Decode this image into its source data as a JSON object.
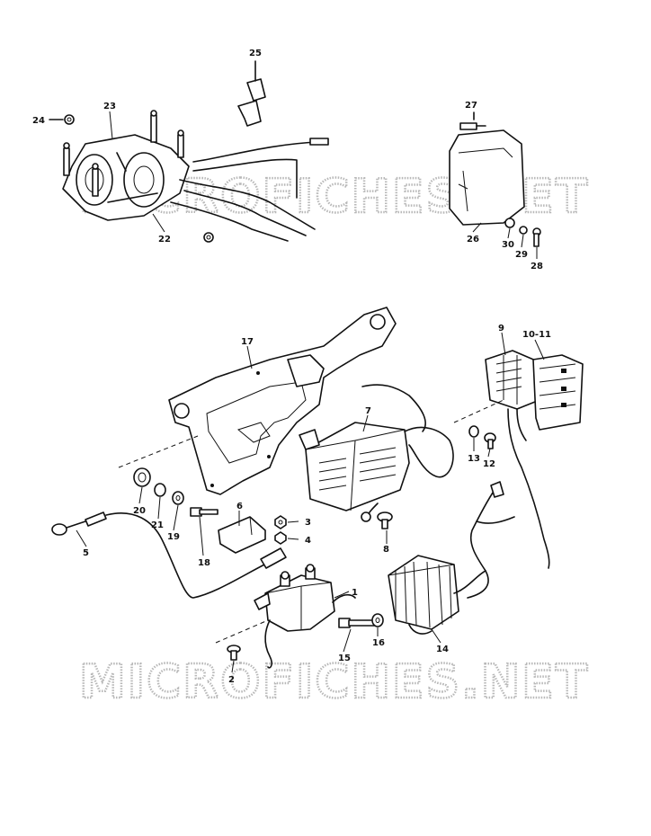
{
  "watermark": {
    "top": "MICROFICHES.NET",
    "bottom": "MICROFICHES.NET"
  },
  "callouts": {
    "c1": "1",
    "c2": "2",
    "c3": "3",
    "c4": "4",
    "c5": "5",
    "c6": "6",
    "c7": "7",
    "c8": "8",
    "c9": "9",
    "c10_11": "10-11",
    "c12": "12",
    "c13": "13",
    "c14": "14",
    "c15": "15",
    "c16": "16",
    "c17": "17",
    "c18": "18",
    "c19": "19",
    "c20": "20",
    "c21": "21",
    "c22": "22",
    "c23": "23",
    "c24": "24",
    "c25": "25",
    "c26": "26",
    "c27": "27",
    "c28": "28",
    "c29": "29",
    "c30": "30"
  }
}
